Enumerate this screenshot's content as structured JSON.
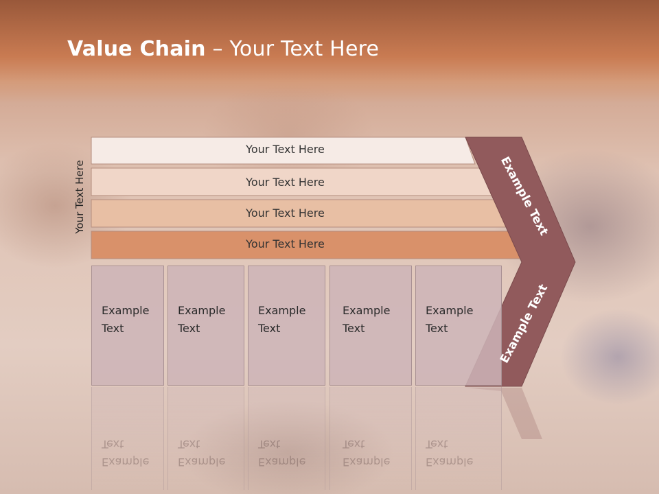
{
  "title": {
    "bold": "Value Chain",
    "rest": " – Your Text Here"
  },
  "side_label": "Your Text Here",
  "bands": [
    {
      "label": "Your Text Here",
      "fill": "#f6ebe6"
    },
    {
      "label": "Your Text Here",
      "fill": "#f0d6c8"
    },
    {
      "label": "Your Text Here",
      "fill": "#e8bfa4"
    },
    {
      "label": "Your Text Here",
      "fill": "#d9916a"
    }
  ],
  "boxes": [
    {
      "line1": "Example",
      "line2": "Text"
    },
    {
      "line1": "Example",
      "line2": "Text"
    },
    {
      "line1": "Example",
      "line2": "Text"
    },
    {
      "line1": "Example",
      "line2": "Text"
    },
    {
      "line1": "Example",
      "line2": "Text"
    }
  ],
  "chevron": {
    "upper": "Example Text",
    "lower": "Example Text",
    "fill": "#915a5c"
  },
  "colors": {
    "header": "#c97b52",
    "title": "#ffffff",
    "box": "#cdb4b7"
  }
}
